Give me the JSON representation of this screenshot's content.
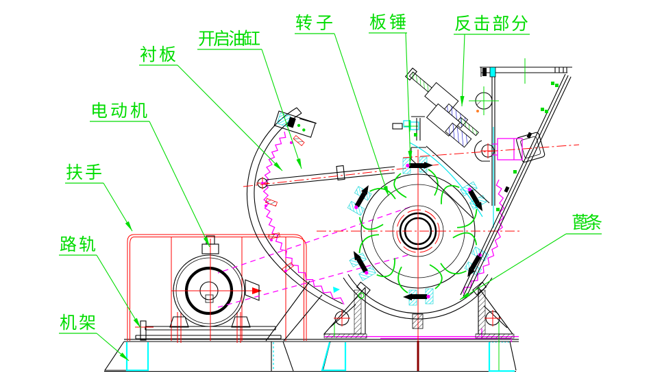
{
  "drawing": {
    "title": "impact-crusher-section-cad-drawing",
    "labels": {
      "liner_plate": "衬板",
      "opening_cylinder": "开启油缸",
      "rotor": "转子",
      "plate_hammer": "板锤",
      "impact_section": "反击部分",
      "electric_motor": "电动机",
      "handrail": "扶手",
      "rail": "路轨",
      "frame": "机架",
      "grate_bars": "蓖条"
    },
    "colors": {
      "annotation_green": "#00DC00",
      "centerline_red": "#FF0000",
      "liner_magenta": "#FF00FF",
      "highlight_cyan": "#00FFFF",
      "hatch_blue": "#0000CC",
      "line_black": "#000000",
      "background": "#FFFFFF"
    }
  }
}
